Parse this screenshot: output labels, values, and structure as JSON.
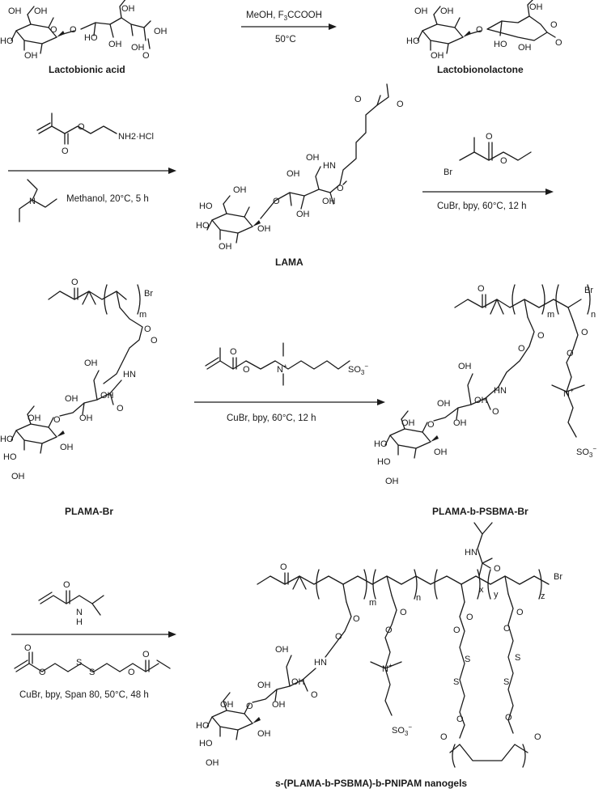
{
  "compounds": {
    "lactobionic_acid": "Lactobionic acid",
    "lactobionolactone": "Lactobionolactone",
    "lama": "LAMA",
    "plama_br": "PLAMA-Br",
    "plama_b_psbma_br": "PLAMA-b-PSBMA-Br",
    "nanogels": "s-(PLAMA-b-PSBMA)-b-PNIPAM nanogels"
  },
  "conditions": {
    "step1_reagents": "MeOH, F3CCOOH",
    "step1_reagents_main": "MeOH, F",
    "step1_reagents_sub": "3",
    "step1_reagents_tail": "CCOOH",
    "step1_temp": "50°C",
    "step2_reagent": "NH2·HCl",
    "step2_conditions": "Methanol, 20°C, 5 h",
    "step3_conditions": "CuBr, bpy, 60°C, 12 h",
    "step4_conditions": "CuBr, bpy, 60°C, 12 h",
    "step5_conditions": "CuBr, bpy, Span 80, 50°C, 48 h"
  },
  "atoms": {
    "OH": "OH",
    "HO": "HO",
    "O": "O",
    "OH2": "OH",
    "Br": "Br",
    "HN": "HN",
    "H": "H",
    "N": "N",
    "N_plus": "N",
    "plus": "+",
    "SO3": "SO",
    "SO3_sub": "3",
    "minus": "−",
    "S": "S",
    "m": "m",
    "n": "n",
    "x": "x",
    "y": "y",
    "z": "z"
  },
  "colors": {
    "ink": "#1a1a1a",
    "background": "#ffffff"
  }
}
